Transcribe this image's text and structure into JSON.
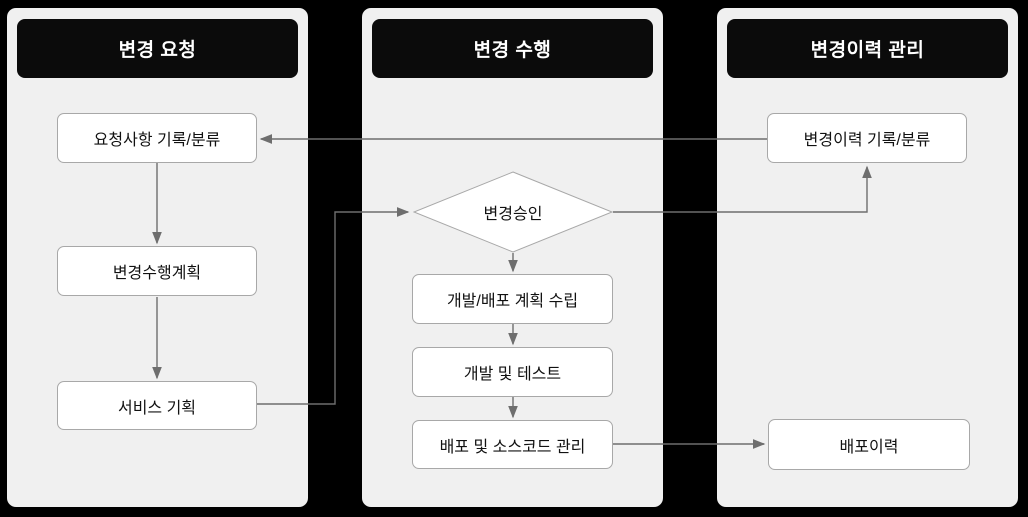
{
  "diagram_title": "",
  "colors": {
    "canvas_bg": "#000000",
    "lane_bg": "#f0f0f0",
    "lane_header_bg": "#0b0b0b",
    "lane_header_text": "#ffffff",
    "node_bg": "#ffffff",
    "node_border": "#a8a8a8",
    "node_text": "#111111",
    "arrow": "#6e6e6e"
  },
  "lanes": [
    {
      "title": "변경 요청",
      "boxes": [
        {
          "id": "request-record",
          "label": "요청사항 기록/분류"
        },
        {
          "id": "change-execution-plan",
          "label": "변경수행계획"
        },
        {
          "id": "service-planning",
          "label": "서비스 기획"
        }
      ]
    },
    {
      "title": "변경 수행",
      "decision": {
        "id": "change-approval",
        "label": "변경승인"
      },
      "boxes": [
        {
          "id": "dev-deploy-planning",
          "label": "개발/배포 계획 수립"
        },
        {
          "id": "dev-and-test",
          "label": "개발 및 테스트"
        },
        {
          "id": "deploy-and-source-mgmt",
          "label": "배포 및 소스코드 관리"
        }
      ]
    },
    {
      "title": "변경이력 관리",
      "boxes": [
        {
          "id": "change-history-record",
          "label": "변경이력 기록/분류"
        },
        {
          "id": "deploy-history",
          "label": "배포이력"
        }
      ]
    }
  ],
  "connections": [
    {
      "from": "request-record",
      "to": "change-execution-plan"
    },
    {
      "from": "change-execution-plan",
      "to": "service-planning"
    },
    {
      "from": "service-planning",
      "to": "change-approval"
    },
    {
      "from": "change-approval",
      "to": "dev-deploy-planning"
    },
    {
      "from": "change-approval",
      "to": "change-history-record"
    },
    {
      "from": "change-history-record",
      "to": "request-record"
    },
    {
      "from": "dev-deploy-planning",
      "to": "dev-and-test"
    },
    {
      "from": "dev-and-test",
      "to": "deploy-and-source-mgmt"
    },
    {
      "from": "deploy-and-source-mgmt",
      "to": "deploy-history"
    }
  ]
}
